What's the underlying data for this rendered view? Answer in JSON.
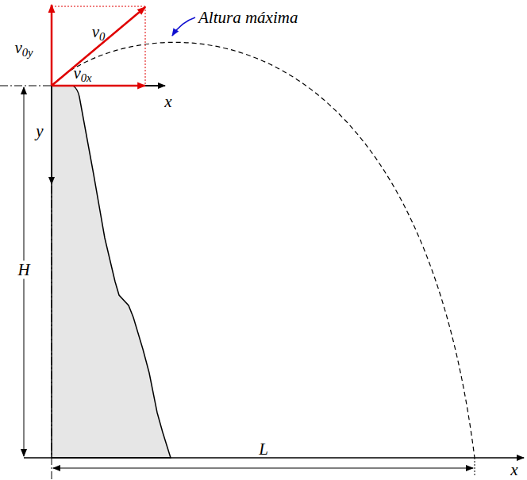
{
  "diagram": {
    "labels": [
      "Altura máxima",
      "v0",
      "v0y",
      "v0x",
      "x",
      "y",
      "H",
      "L",
      "x"
    ]
  }
}
